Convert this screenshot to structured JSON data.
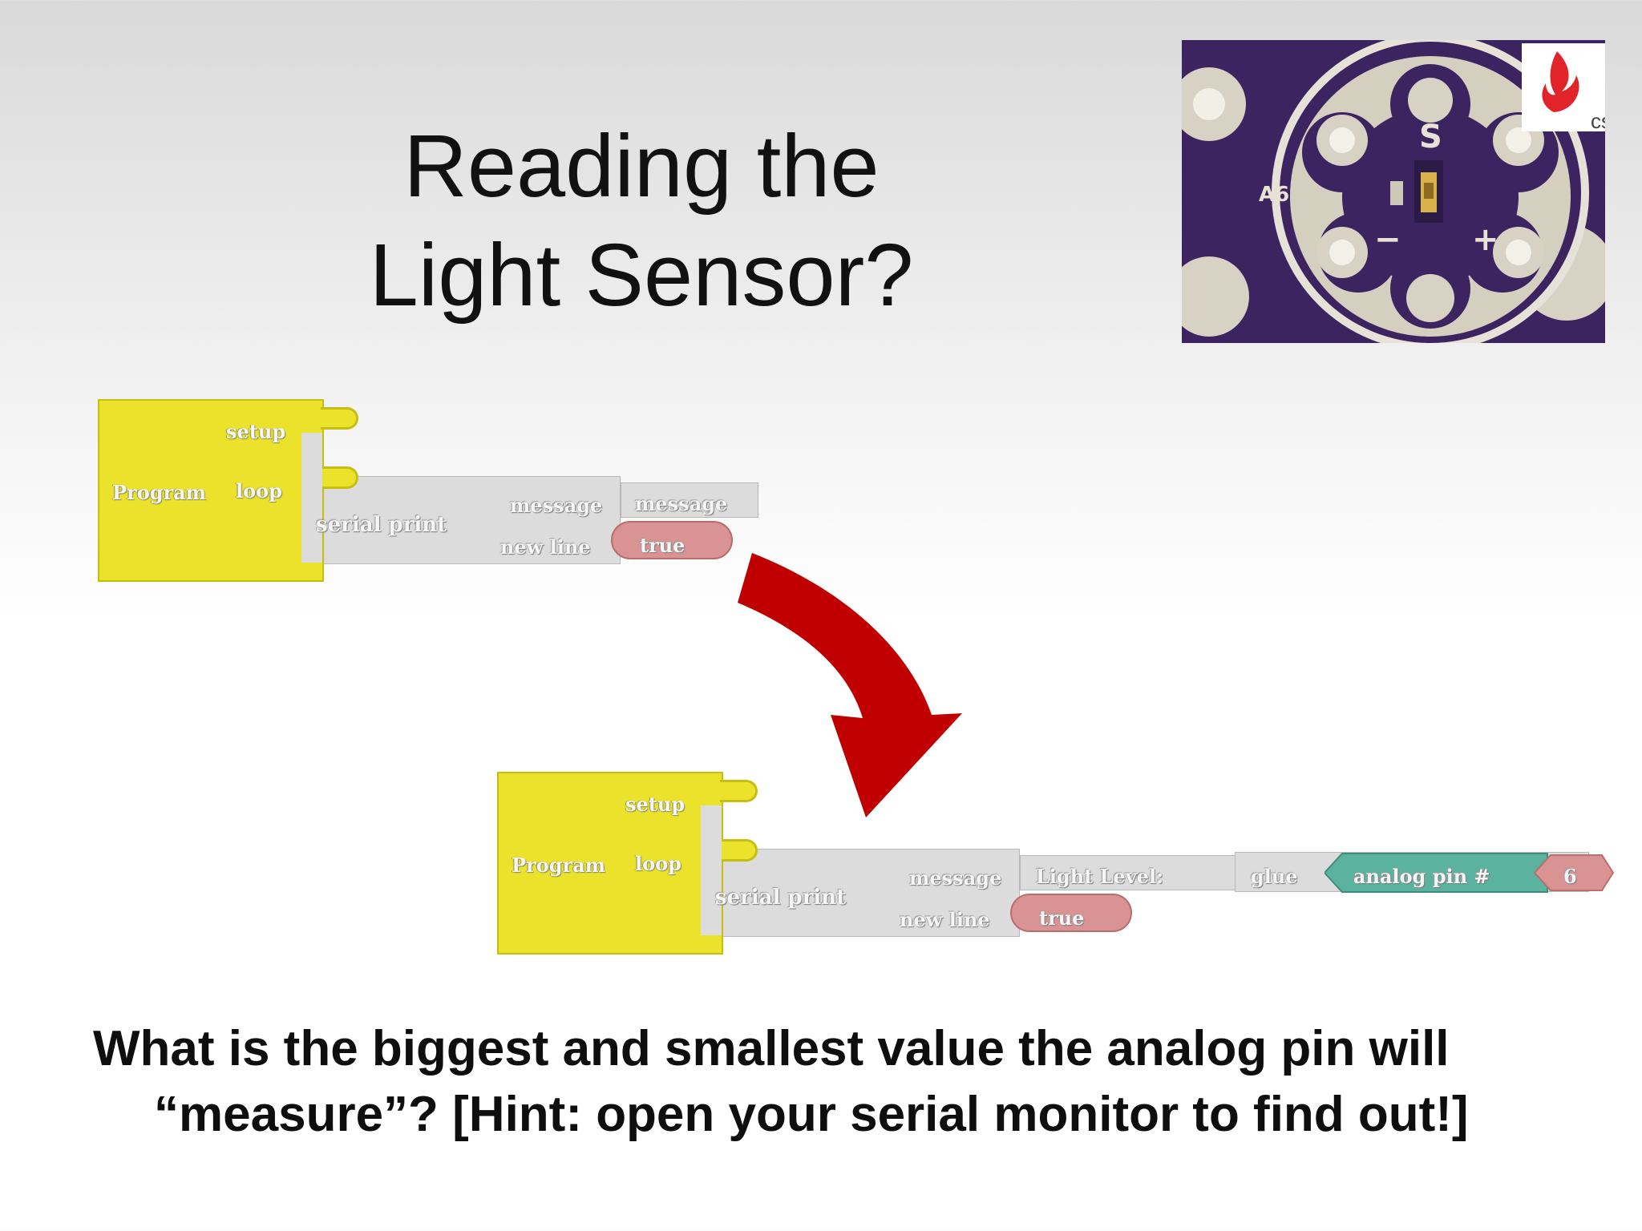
{
  "slide": {
    "title_line1": "Reading the",
    "title_line2": "Light Sensor?",
    "question_line1": "What is the biggest and smallest value the analog pin will",
    "question_line2": "“measure”?  [Hint: open your serial monitor to find out!]"
  },
  "program_before": {
    "program_label": "Program",
    "setup_label": "setup",
    "loop_label": "loop",
    "serial_print_label": "serial print",
    "message_label": "message",
    "new_line_label": "new line",
    "message_value": "message",
    "new_line_value": "true"
  },
  "program_after": {
    "program_label": "Program",
    "setup_label": "setup",
    "loop_label": "loop",
    "serial_print_label": "serial print",
    "message_label": "message",
    "new_line_label": "new line",
    "message_value": "Light Level:",
    "glue_label": "glue",
    "analog_pin_label": "analog pin  #",
    "pin_number": "6",
    "new_line_value": "true"
  },
  "sensor_image": {
    "pin_label": "A6",
    "signal_label": "S",
    "minus_label": "−",
    "plus_label": "+",
    "logo_fragment": "cs",
    "board_color": "#3c2461",
    "pad_color": "#d8d2c4"
  },
  "arrow_color": "#c00000"
}
